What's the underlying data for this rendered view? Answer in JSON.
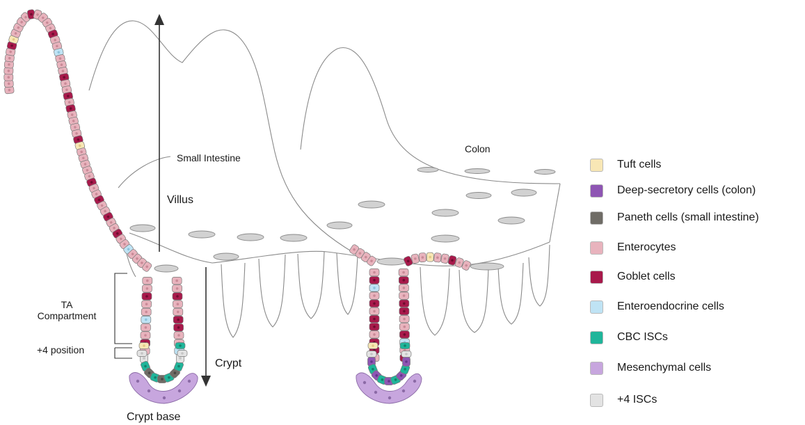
{
  "labels": {
    "small_intestine": "Small Intestine",
    "colon": "Colon",
    "villus": "Villus",
    "ta_compartment_line1": "TA",
    "ta_compartment_line2": "Compartment",
    "plus4_position": "+4 position",
    "crypt": "Crypt",
    "crypt_base": "Crypt base"
  },
  "colors": {
    "tuft": "#f8e7b5",
    "deep_secretory": "#8e55b3",
    "paneth": "#6f6c66",
    "enterocyte": "#e8b3bd",
    "goblet": "#a8194b",
    "enteroendocrine": "#bfe3f4",
    "cbc_isc": "#1fb59a",
    "mesenchymal": "#c7a6de",
    "plus4_isc": "#e3e3e3",
    "outline": "#7a7a7a"
  },
  "legend": [
    {
      "label": "Tuft cells",
      "color": "#f8e7b5"
    },
    {
      "label": "Deep-secretory cells (colon)",
      "color": "#8e55b3"
    },
    {
      "label": "Paneth cells (small intestine)",
      "color": "#6f6c66"
    },
    {
      "label": "Enterocytes",
      "color": "#e8b3bd"
    },
    {
      "label": "Goblet cells",
      "color": "#a8194b"
    },
    {
      "label": "Enteroendocrine cells",
      "color": "#bfe3f4"
    },
    {
      "label": "CBC ISCs",
      "color": "#1fb59a"
    },
    {
      "label": "Mesenchymal cells",
      "color": "#c7a6de"
    },
    {
      "label": "+4 ISCs",
      "color": "#e3e3e3"
    }
  ]
}
